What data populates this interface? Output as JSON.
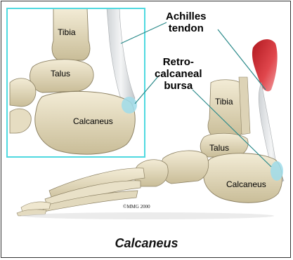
{
  "callouts": {
    "achilles": "Achilles\ntendon",
    "bursa": "Retro-\ncalcaneal\nbursa"
  },
  "inset_labels": {
    "tibia": "Tibia",
    "talus": "Talus",
    "calcaneus": "Calcaneus"
  },
  "main_labels": {
    "tibia": "Tibia",
    "talus": "Talus",
    "calcaneus": "Calcaneus"
  },
  "copyright": "©MMG 2000",
  "caption": "Calcaneus",
  "colors": {
    "inset_border": "#4fd9e0",
    "callout_line": "#2a8a8a",
    "bone": "#e8e0c8",
    "bone_shadow": "#b9ae8c",
    "tendon": "#e6e8ea",
    "bursa": "#9fdcea",
    "muscle": "#d8323a"
  }
}
